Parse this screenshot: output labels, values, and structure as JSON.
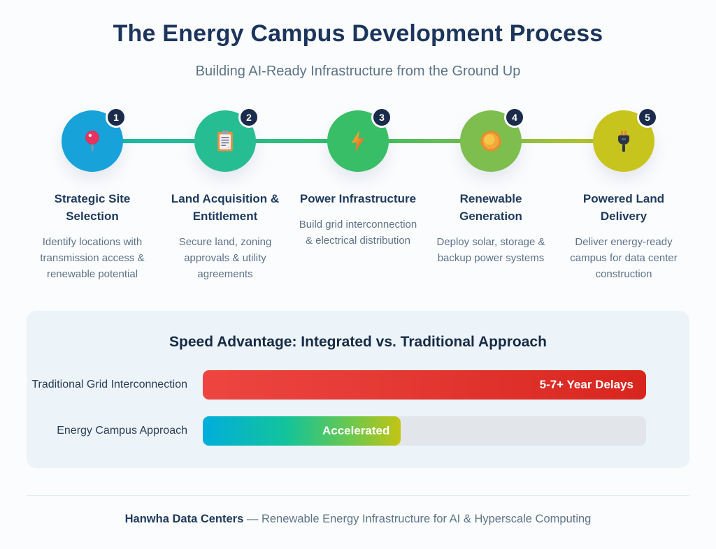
{
  "header": {
    "title": "The Energy Campus Development Process",
    "subtitle": "Building AI-Ready Infrastructure from the Ground Up"
  },
  "steps": [
    {
      "number": "1",
      "icon": "map-pin-icon",
      "circle_color": "#17A3D9",
      "title": "Strategic Site Selection",
      "description": "Identify locations with transmission access & renewable potential"
    },
    {
      "number": "2",
      "icon": "clipboard-icon",
      "circle_color": "#27BD93",
      "title": "Land Acquisition & Entitlement",
      "description": "Secure land, zoning approvals & utility agreements"
    },
    {
      "number": "3",
      "icon": "lightning-icon",
      "circle_color": "#38BE66",
      "title": "Power Infrastructure",
      "description": "Build grid interconnection & electrical distribution"
    },
    {
      "number": "4",
      "icon": "sun-icon",
      "circle_color": "#7DBE4F",
      "title": "Renewable Generation",
      "description": "Deploy solar, storage & backup power systems"
    },
    {
      "number": "5",
      "icon": "plug-icon",
      "circle_color": "#C7C41E",
      "title": "Powered Land Delivery",
      "description": "Deliver energy-ready campus for data center construction"
    }
  ],
  "comparison": {
    "title": "Speed Advantage: Integrated vs. Traditional Approach",
    "rows": [
      {
        "label": "Traditional Grid Interconnection",
        "bar_label": "5-7+ Year Delays",
        "fill_percent": 100,
        "bar_style": "red"
      },
      {
        "label": "Energy Campus Approach",
        "bar_label": "Accelerated",
        "fill_percent": 44.7,
        "bar_style": "teal-to-yellow-gradient"
      }
    ]
  },
  "chart_data": {
    "type": "bar",
    "title": "Speed Advantage: Integrated vs. Traditional Approach",
    "categories": [
      "Traditional Grid Interconnection",
      "Energy Campus Approach"
    ],
    "values": [
      100,
      44.7
    ],
    "value_labels": [
      "5-7+ Year Delays",
      "Accelerated"
    ],
    "xlabel": "",
    "ylabel": "",
    "legend": false,
    "orientation": "horizontal"
  },
  "footer": {
    "brand": "Hanwha Data Centers",
    "tagline": "— Renewable Energy Infrastructure for AI & Hyperscale Computing"
  },
  "colors": {
    "background": "#FBFCFE",
    "title_navy": "#1C355C",
    "subtitle_gray": "#5C7487",
    "badge_navy": "#1B2B4B",
    "panel_bg": "#ECF3F9",
    "bar_red": "#DC2B22",
    "bar_track_gray": "#E2E6EA",
    "gradient_start_cyan": "#00AEDC",
    "gradient_mid_teal": "#13C39B",
    "gradient_end_yellow": "#C3C414",
    "connector_gradient": [
      "#19B9A8",
      "#26BD92",
      "#36BE62",
      "#7CBE4E",
      "#C6C41F"
    ]
  }
}
